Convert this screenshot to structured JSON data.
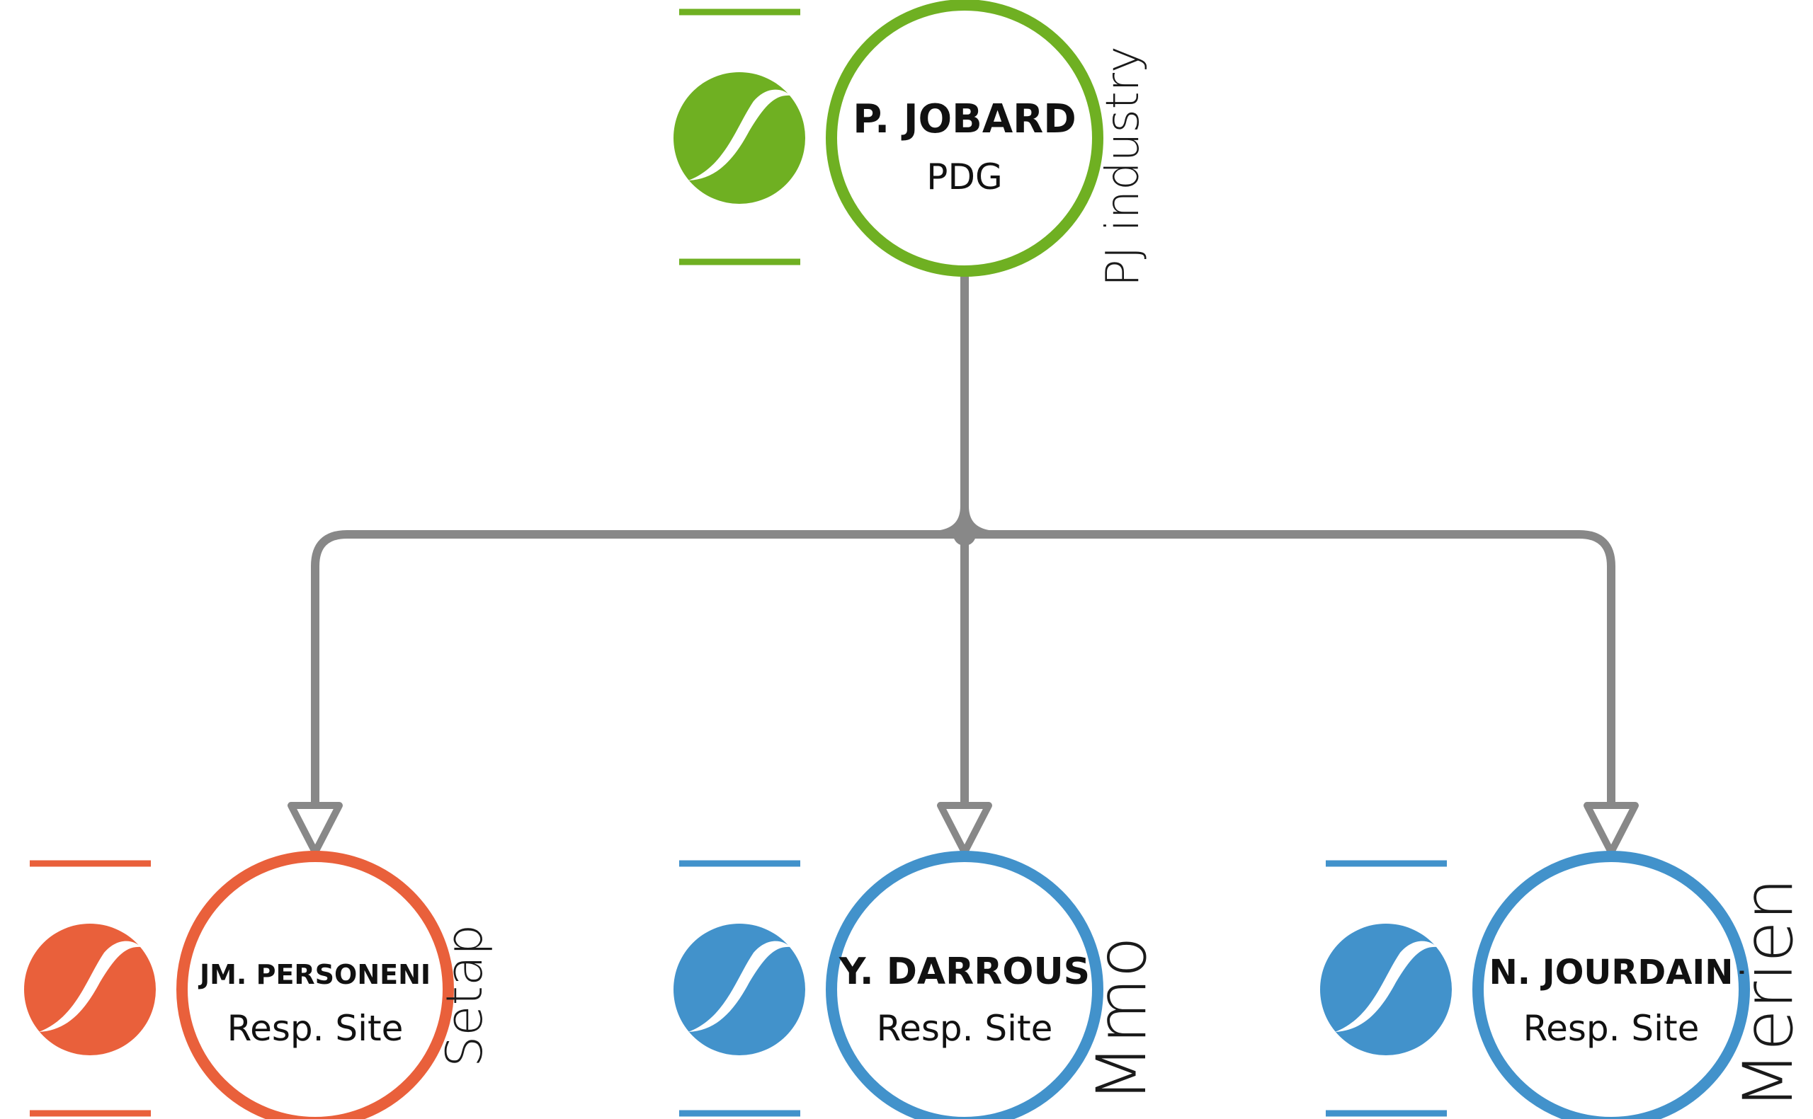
{
  "colors": {
    "connector": "#888888",
    "background": "#ffffff",
    "text": "#111111",
    "swoosh": "#ffffff"
  },
  "root": {
    "name": "P. JOBARD",
    "role": "PDG",
    "company": "PJ industry",
    "color": "#6fb022",
    "logo_icon": "swoosh-logo-icon"
  },
  "children": [
    {
      "name": "JM. PERSONENI",
      "role": "Resp. Site",
      "company": "Setap",
      "color": "#e9603b",
      "logo_icon": "swoosh-logo-icon"
    },
    {
      "name": "Y. DARROUS",
      "role": "Resp. Site",
      "company": "Mmo",
      "color": "#4292cb",
      "logo_icon": "swoosh-logo-icon"
    },
    {
      "name": "N. JOURDAIN",
      "role": "Resp. Site",
      "company": "Merien",
      "color": "#4292cb",
      "logo_icon": "swoosh-logo-icon"
    }
  ]
}
